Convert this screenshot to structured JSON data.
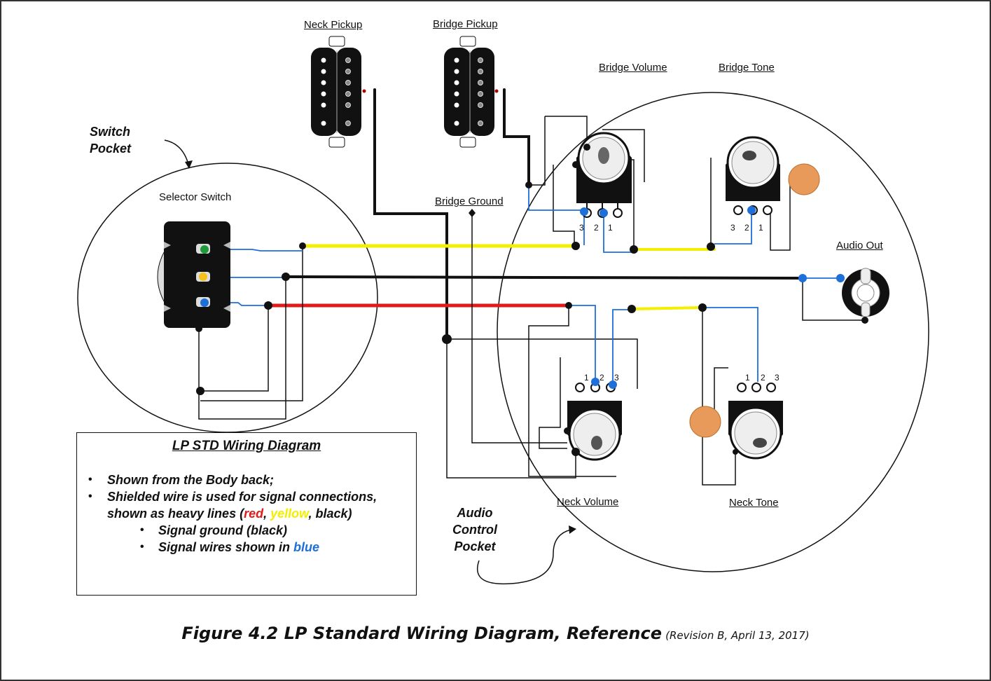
{
  "labels": {
    "neck_pickup": "Neck Pickup",
    "bridge_pickup": "Bridge Pickup",
    "bridge_volume": "Bridge Volume",
    "bridge_tone": "Bridge Tone",
    "switch_pocket": "Switch\nPocket",
    "selector_switch": "Selector Switch",
    "bridge_ground": "Bridge Ground",
    "audio_out": "Audio Out",
    "neck_volume": "Neck Volume",
    "neck_tone": "Neck Tone",
    "audio_control_pocket": "Audio\nControl\nPocket",
    "pot_lug_3": "3",
    "pot_lug_2": "2",
    "pot_lug_1": "1"
  },
  "legend": {
    "title": "LP STD Wiring Diagram",
    "item1": "Shown from the Body back;",
    "item2": "Shielded wire is used for signal connections,",
    "item2b_prefix": "shown as heavy lines (",
    "item2b_red": "red",
    "item2b_sep1": ", ",
    "item2b_yellow": "yellow",
    "item2b_suffix": ", black)",
    "item3": "Signal ground (black)",
    "item4_prefix": "Signal wires shown in ",
    "item4_blue": "blue",
    "bullet": "•"
  },
  "caption": {
    "main": "Figure 4.2 LP Standard Wiring Diagram, Reference",
    "revision": "(Revision B, April 13, 2017)"
  },
  "colors": {
    "wire_red": "#e01b1b",
    "wire_yellow": "#f4ee00",
    "wire_black": "#111111",
    "wire_blue": "#1e6fd9",
    "capacitor": "#e89a5a"
  }
}
